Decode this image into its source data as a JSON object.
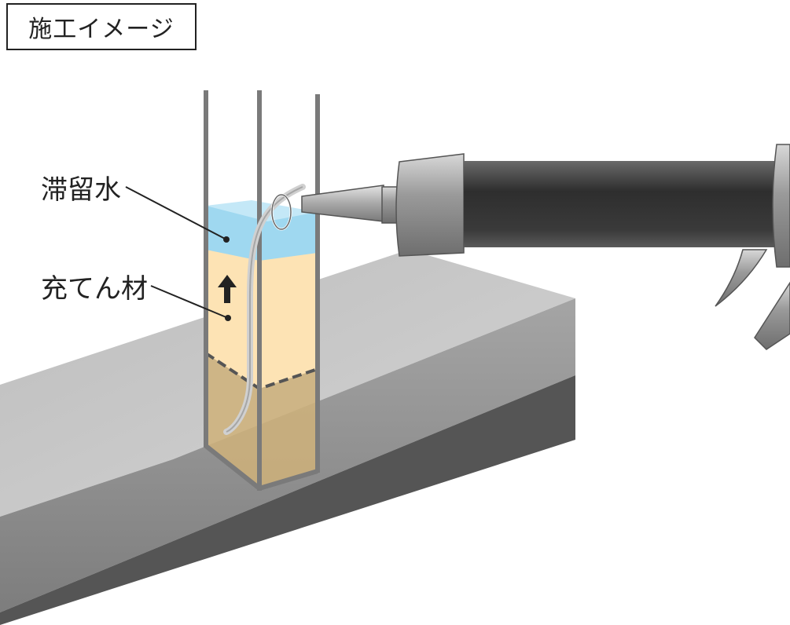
{
  "header": {
    "title": "施工イメージ"
  },
  "labels": {
    "water": "滞留水",
    "filler": "充てん材"
  },
  "colors": {
    "water": "#9fd8f0",
    "filler": "#fde3b4",
    "concrete_top": "#c9c9c9",
    "concrete_front": "#8f8f8f",
    "concrete_side": "#5a5a5a",
    "gun_barrel": "#3a3a3a",
    "gun_metal": "#9a9a9a",
    "outline": "#222222"
  },
  "icons": {
    "flow_arrow": "up-arrow-icon",
    "nozzle_ring": "ring-icon"
  }
}
